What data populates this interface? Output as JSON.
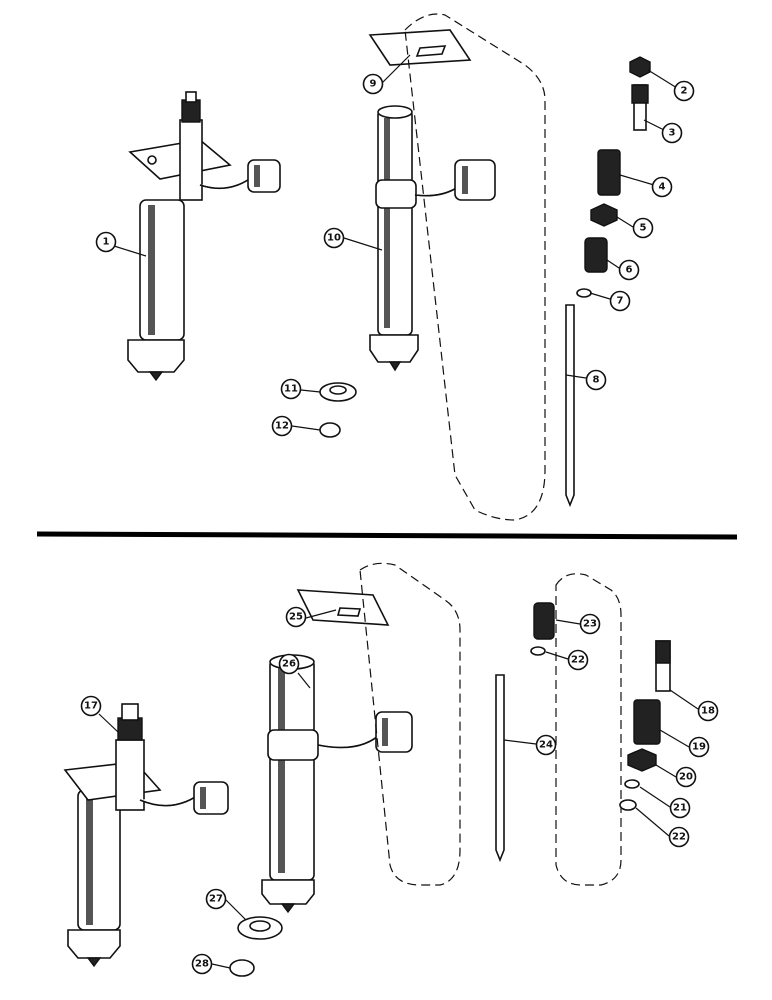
{
  "callouts_top": [
    "1",
    "2",
    "3",
    "4",
    "5",
    "6",
    "7",
    "8",
    "9",
    "10",
    "11",
    "12"
  ],
  "callouts_bottom": [
    "17",
    "18",
    "19",
    "20",
    "21",
    "22",
    "22",
    "23",
    "24",
    "25",
    "26",
    "27",
    "28"
  ]
}
